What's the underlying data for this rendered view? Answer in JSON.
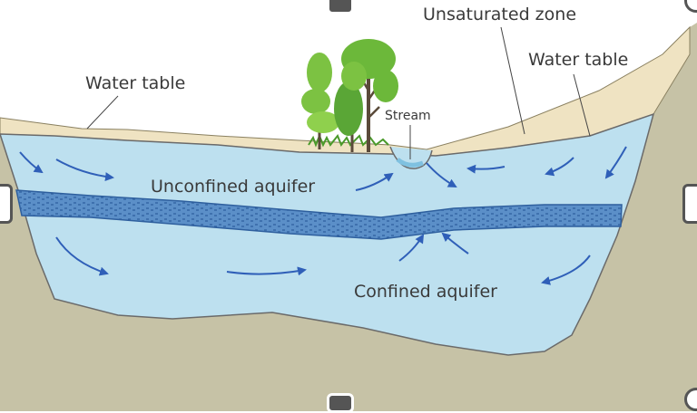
{
  "labels": {
    "unsaturated_zone": "Unsaturated zone",
    "water_table_left": "Water table",
    "water_table_right": "Water table",
    "stream": "Stream",
    "unconfined_aquifer": "Unconfined aquifer",
    "confined_aquifer": "Confined aquifer"
  },
  "colors": {
    "bedrock": "#c6c2a6",
    "aquifer_water": "#bde0ef",
    "soil": "#efe3c2",
    "confining_layer": "#5b8fc8",
    "flow_arrow": "#2f5fb8",
    "tree_green": "#7cc242"
  }
}
